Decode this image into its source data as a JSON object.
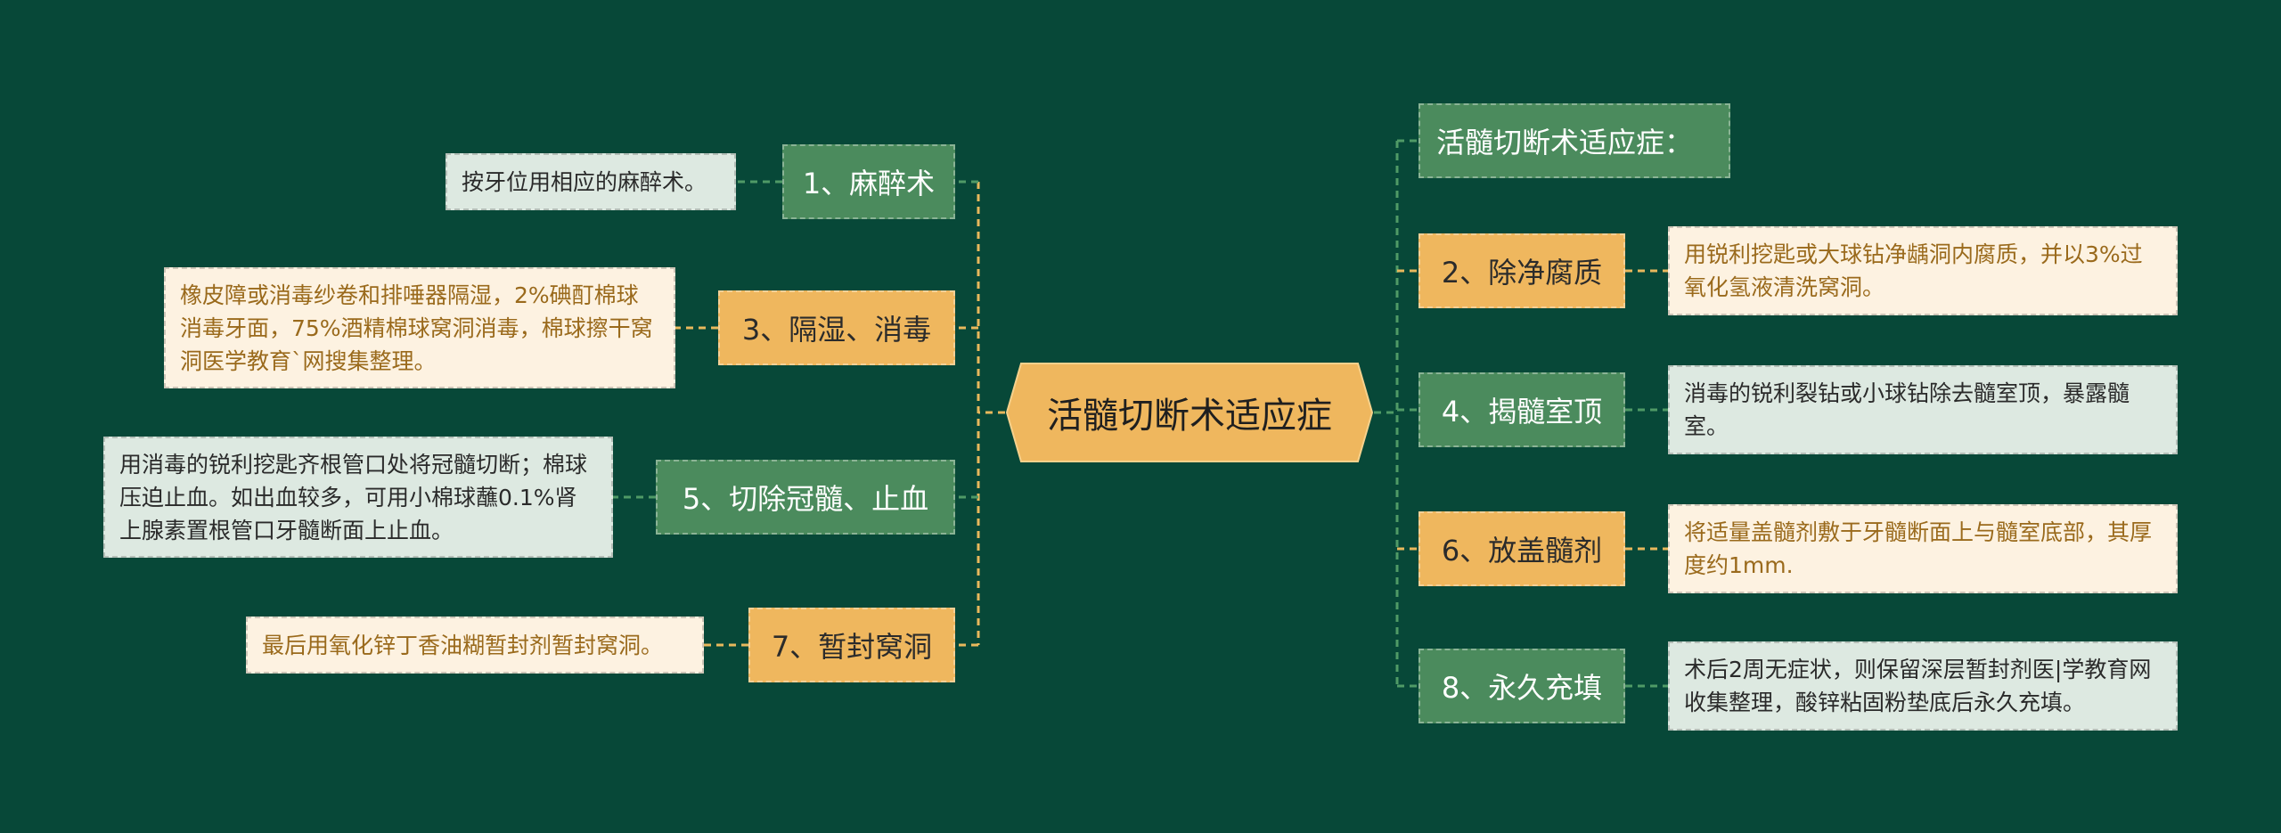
{
  "colors": {
    "background": "#074838",
    "topic_green": "#4b8b5d",
    "topic_orange": "#efb75e",
    "desc_green": "#dde9e1",
    "desc_orange": "#fdf2e1",
    "line_green": "#4f9a66",
    "line_orange": "#e8b85c"
  },
  "center": {
    "label": "活髓切断术适应症"
  },
  "left": [
    {
      "label": "1、麻醉术",
      "desc": "按牙位用相应的麻醉术。",
      "color": "green"
    },
    {
      "label": "3、隔湿、消毒",
      "desc": "橡皮障或消毒纱卷和排唾器隔湿，2%碘酊棉球消毒牙面，75%酒精棉球窝洞消毒，棉球擦干窝洞医学教育`网搜集整理。",
      "color": "orange"
    },
    {
      "label": "5、切除冠髓、止血",
      "desc": "用消毒的锐利挖匙齐根管口处将冠髓切断；棉球压迫止血。如出血较多，可用小棉球蘸0.1%肾上腺素置根管口牙髓断面上止血。",
      "color": "green"
    },
    {
      "label": "7、暂封窝洞",
      "desc": "最后用氧化锌丁香油糊暂封剂暂封窝洞。",
      "color": "orange"
    }
  ],
  "right_header": {
    "label": "活髓切断术适应症："
  },
  "right": [
    {
      "label": "2、除净腐质",
      "desc": "用锐利挖匙或大球钻净龋洞内腐质，并以3%过氧化氢液清洗窝洞。",
      "color": "orange"
    },
    {
      "label": "4、揭髓室顶",
      "desc": "消毒的锐利裂钻或小球钻除去髓室顶，暴露髓室。",
      "color": "green"
    },
    {
      "label": "6、放盖髓剂",
      "desc": "将适量盖髓剂敷于牙髓断面上与髓室底部，其厚度约1mm.",
      "color": "orange"
    },
    {
      "label": "8、永久充填",
      "desc": "术后2周无症状，则保留深层暂封剂医|学教育网收集整理，酸锌粘固粉垫底后永久充填。",
      "color": "green"
    }
  ]
}
